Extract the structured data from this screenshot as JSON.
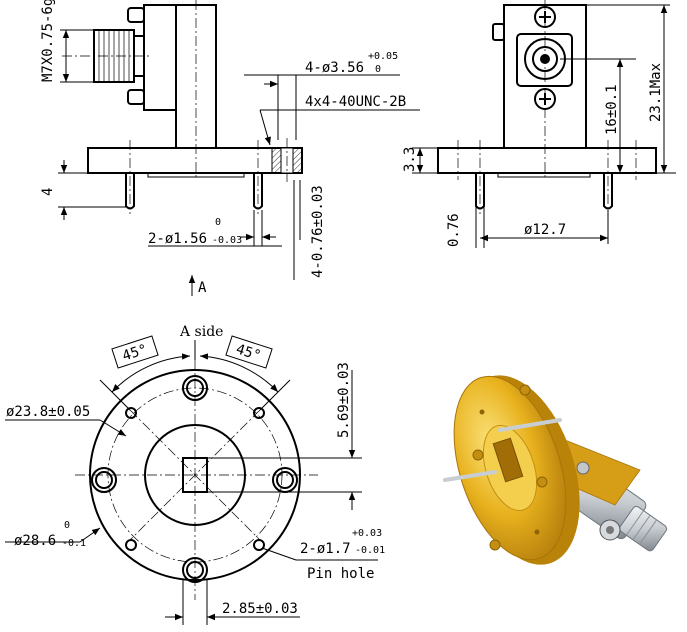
{
  "labels": {
    "thread": "M7X0.75-6g",
    "hole_main": "4-ø3.56",
    "hole_tol_up": "+0.05",
    "hole_tol_dn": "0",
    "screw": "4x4-40UNC-2B",
    "dim_4": "4",
    "pin_dia": "2-ø1.56",
    "pin_dia_up": "0",
    "pin_dia_dn": "-0.03",
    "pin_len": "4-0.76±0.03",
    "arrow_a": "A",
    "dim_33": "3.3",
    "dim_076": "0.76",
    "dim_127": "ø12.7",
    "dim_16": "16±0.1",
    "dim_231": "23.1Max",
    "a_side": "A side",
    "angle_left": "45°",
    "angle_right": "45°",
    "dim_238": "ø23.8±0.05",
    "dim_286": "ø28.6",
    "dim_286_up": "0",
    "dim_286_dn": "-0.1",
    "dim_569": "5.69±0.03",
    "pinhole_dia": "2-ø1.7",
    "pinhole_up": "+0.03",
    "pinhole_dn": "-0.01",
    "pin_hole": "Pin hole",
    "dim_285": "2.85±0.03"
  },
  "colors": {
    "gold": "#e8b21e",
    "gold_dark": "#b47d0c",
    "steel": "#c8cdd2"
  }
}
